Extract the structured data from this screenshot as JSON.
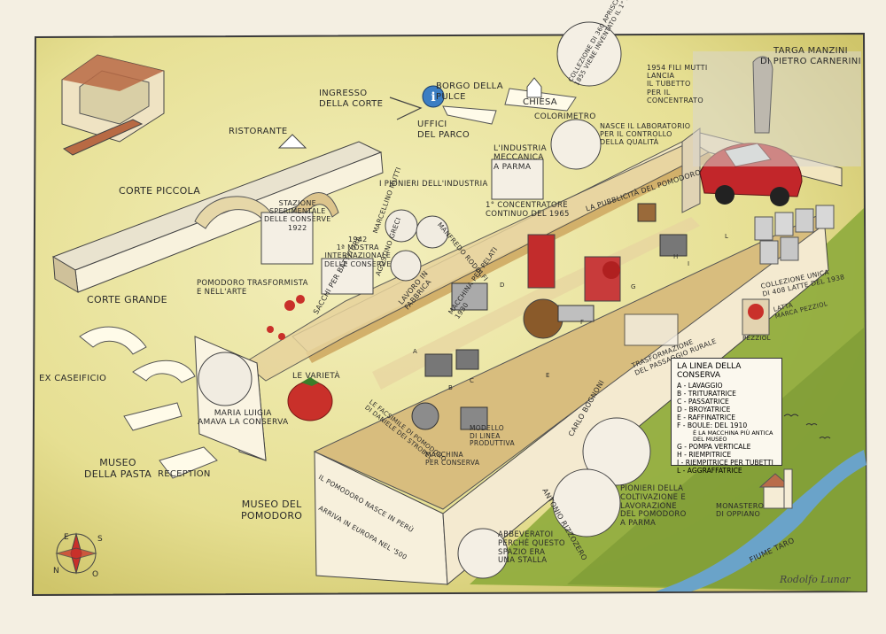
{
  "labels": {
    "borgo": "Borgo della\nPulce",
    "ingresso": "Ingresso\ndella corte",
    "ristorante": "Ristorante",
    "uffici": "Uffici\ndel parco",
    "chiesa": "Chiesa",
    "corte_piccola": "Corte piccola",
    "corte_grande": "Corte grande",
    "ex_caseificio": "Ex caseificio",
    "museo_pasta": "Museo\ndella pasta",
    "reception": "Reception",
    "museo_pomodoro": "Museo del\npomodoro",
    "targa": "Targa Manzini\ndi Pietro Carnerini",
    "collezione_apriscatole": "Collezione di 360 apriscatole\n1855 viene inventato il 1° apriscatole",
    "tubetto": "1954 Fili Mutti\nlancia\nil tubetto\nper il\nconcentrato",
    "colorimetro": "Colorimetro",
    "laboratorio": "Nasce il laboratorio\nper il controllo\ndella qualità",
    "industria_meccanica": "L'industria\nmeccanica\na Parma",
    "concentratore": "1° concentratore\ncontinuo del 1965",
    "pubblicita": "La pubblicità del pomodoro",
    "pionieri_industria": "I pionieri dell'industria",
    "marcellino": "Marcellino Mutti",
    "manfredo": "Manfredo Rodolfi",
    "agostino": "Agostino Greci",
    "stazione": "Stazione\nsperimentale\ndelle conserve\n1922",
    "mostra": "1942\n1ª mostra\ninternazionale\ndelle conserve",
    "pomodoro_arte": "Pomodoro trasformista\ne nell'arte",
    "sacchi": "Sacchi per battitura",
    "lavoro": "Lavoro in\nfabbrica",
    "macchina_pelati": "Macchina per pelati\n1930",
    "varieta": "Le varietà",
    "maria_luigia": "Maria Luigia\namava la conserva",
    "facsimile": "Le facsimile di pomodoro\ndi Daniele dei Strobel",
    "modello_linea": "Modello\ndi linea\nproduttiva",
    "macchina_conserva": "Macchina\nper conserva",
    "nasce_peru": "Il pomodoro nasce in Perù",
    "europa": "Arriva in Europa nel '500",
    "trasformazione": "Trasformazione\ndel passaggio rurale",
    "collezione_latte": "Collezione unica\ndi 408 latte del 1938",
    "latta_pezziol": "Latta\nMarca Pezziol",
    "bognoni": "Carlo Bognoni",
    "rizzozero": "Antonio Rizzozero",
    "pionieri_coltivazione": "Pionieri della\ncoltivazione e\nlavorazione\ndel pomodoro\na Parma",
    "abbeveratoi": "Abbeveratoi\nperché questo\nspazio era\nuna stalla",
    "monastero": "Monastero\ndi Oppiano",
    "fiume": "Fiume Taro",
    "pezziol_can": "Pezziol"
  },
  "legend": {
    "title": "La linea della conserva",
    "items": [
      "A - Lavaggio",
      "B - Trituratrice",
      "C - Passatrice",
      "D - Broyatrice",
      "E - Raffinatrice",
      "F - Boule: del 1910",
      "è la macchina più antica del museo",
      "G - Pompa verticale",
      "H - Riempitrice",
      "I - Riempitrice per tubetti",
      "L - Aggraffatrice"
    ]
  },
  "compass": {
    "n": "N",
    "s": "S",
    "e": "E",
    "o": "O"
  },
  "signature": "Rodolfo Lunar",
  "letters": [
    "A",
    "B",
    "C",
    "D",
    "E",
    "F",
    "G",
    "H",
    "I",
    "L"
  ],
  "colors": {
    "paper": "#f4efe2",
    "field_yellow": "#e8e29a",
    "field_green": "#8eab3c",
    "wall": "#f3e7c2",
    "wall_shade": "#d6b97a",
    "river": "#6aa3c9",
    "tomato": "#c9302a",
    "car": "#c2262a"
  }
}
